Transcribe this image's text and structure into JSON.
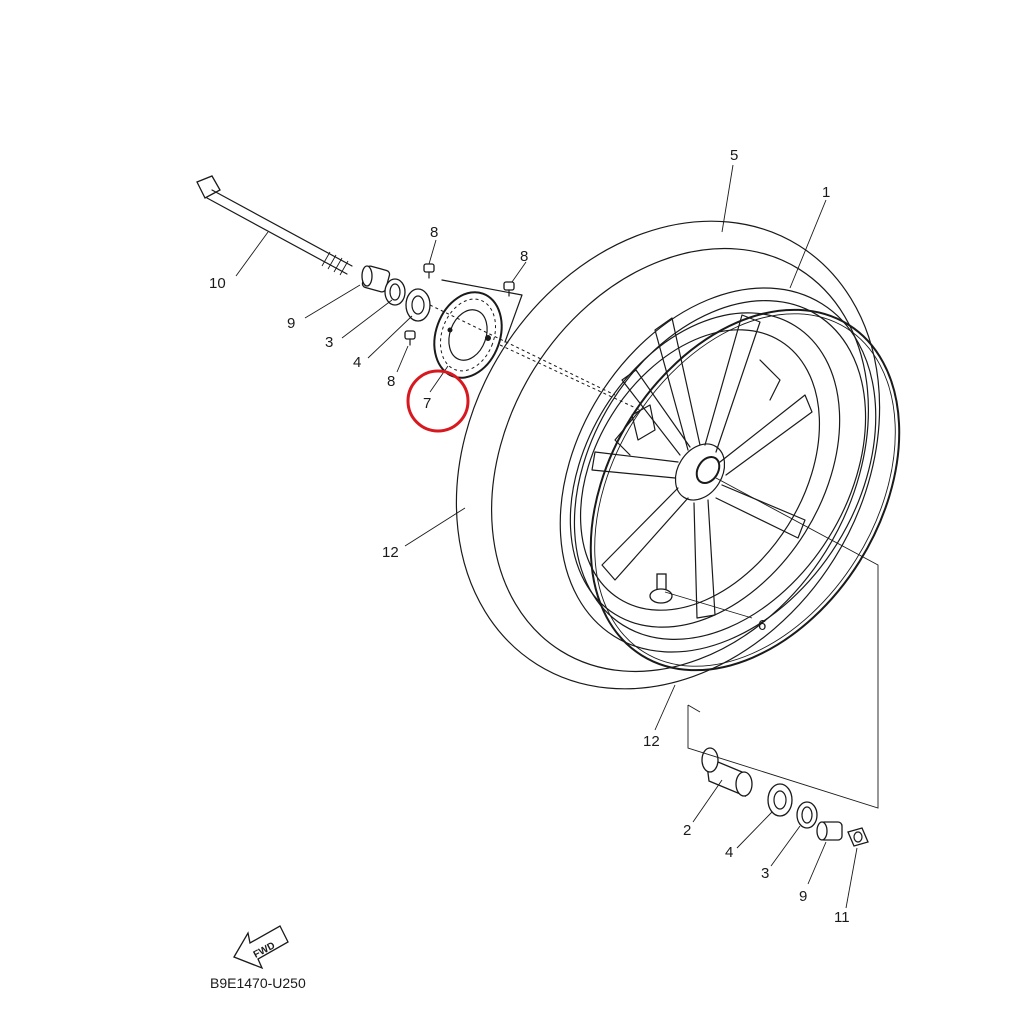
{
  "diagram": {
    "part_code": "B9E1470-U250",
    "fwd_label": "FWD",
    "highlight_color": "#d7191f",
    "callouts": {
      "c1": "1",
      "c2": "2",
      "c3a": "3",
      "c3b": "3",
      "c4a": "4",
      "c4b": "4",
      "c5": "5",
      "c6": "6",
      "c7": "7",
      "c8a": "8",
      "c8b": "8",
      "c8c": "8",
      "c9a": "9",
      "c9b": "9",
      "c10": "10",
      "c11": "11",
      "c12a": "12",
      "c12b": "12"
    }
  }
}
